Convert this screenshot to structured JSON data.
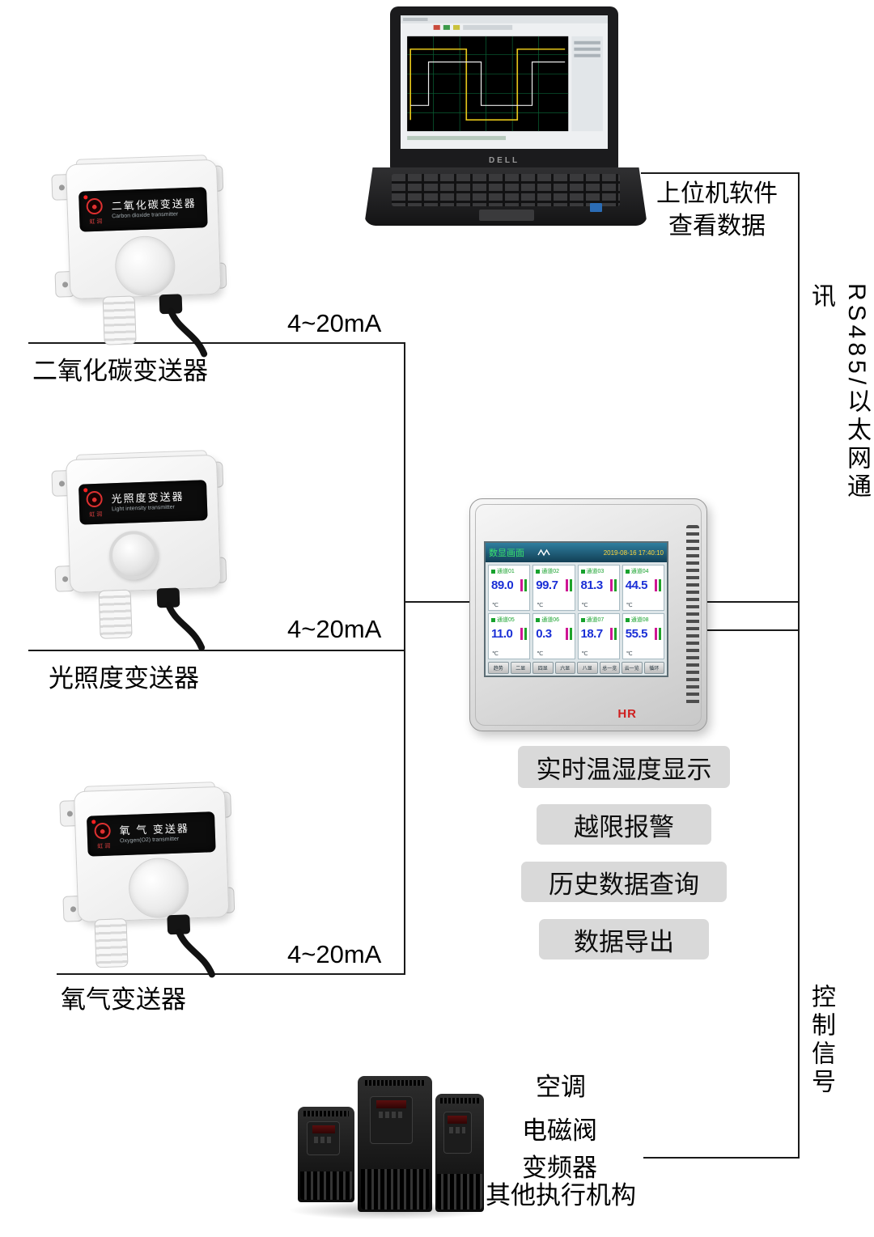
{
  "captions": {
    "laptop_line1": "上位机软件",
    "laptop_line2": "查看数据",
    "rs485": "RS485/以太网通讯",
    "control": "控制信号",
    "signal1": "4~20mA",
    "signal2": "4~20mA",
    "signal3": "4~20mA"
  },
  "laptop": {
    "brand": "DELL"
  },
  "sensors": [
    {
      "caption": "二氧化碳变送器",
      "label_cn": "二氧化碳变送器",
      "label_en": "Carbon dioxide transmitter",
      "brand": "虹润"
    },
    {
      "caption": "光照度变送器",
      "label_cn": "光照度变送器",
      "label_en": "Light intensity transmitter",
      "brand": "虹润"
    },
    {
      "caption": "氧气变送器",
      "label_cn": "氧 气 变送器",
      "label_en": "Oxygen(O2) transmitter",
      "brand": "虹润"
    }
  ],
  "recorder": {
    "title": "数显画面",
    "datetime": "2019-08-16 17:40:10",
    "brand": "HR",
    "channels": [
      {
        "label": "通道01",
        "value": "89.0",
        "unit": "℃"
      },
      {
        "label": "通道02",
        "value": "99.7",
        "unit": "℃"
      },
      {
        "label": "通道03",
        "value": "81.3",
        "unit": "℃"
      },
      {
        "label": "通道04",
        "value": "44.5",
        "unit": "℃"
      },
      {
        "label": "通道05",
        "value": "11.0",
        "unit": "℃"
      },
      {
        "label": "通道06",
        "value": "0.3",
        "unit": "℃"
      },
      {
        "label": "通道07",
        "value": "18.7",
        "unit": "℃"
      },
      {
        "label": "通道08",
        "value": "55.5",
        "unit": "℃"
      }
    ],
    "nav": [
      "趋势",
      "二显",
      "四显",
      "六显",
      "八显",
      "总一览",
      "云一览",
      "循环"
    ]
  },
  "features": [
    "实时温湿度显示",
    "越限报警",
    "历史数据查询",
    "数据导出"
  ],
  "actuators": [
    "空调",
    "电磁阀",
    "变频器",
    "其他执行机构"
  ],
  "colors": {
    "accent_red": "#cf1f1f",
    "value_blue": "#1a2fd6",
    "channel_green": "#17a22d"
  }
}
